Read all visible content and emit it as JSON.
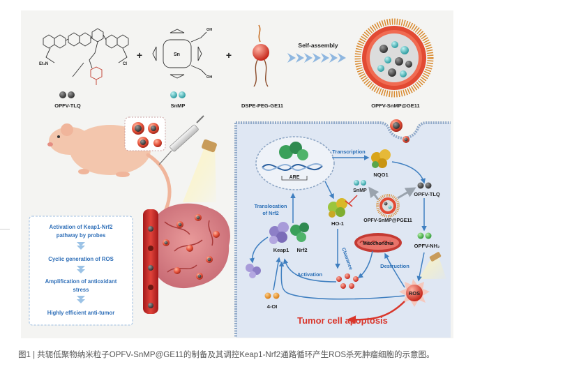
{
  "top_row": {
    "opfv_tlq": "OPFV-TLQ",
    "snmp": "SnMP",
    "dspe": "DSPE-PEG-GE11",
    "self_assembly": "Self-assembly",
    "opfv_snmp_ge11": "OPFV-SnMP@GE11",
    "plus": "+"
  },
  "pathway_box": {
    "step1_line1": "Activation of Keap1-Nrf2",
    "step1_line2": "pathway by probes",
    "step2": "Cyclic generation of ROS",
    "step3_line1": "Amplification of antioxidant",
    "step3_line2": "stress",
    "step4": "Highly efficient anti-tumor"
  },
  "cell": {
    "are": "ARE",
    "transcription": "Transcription",
    "nqo1": "NQO1",
    "snmp": "SnMP",
    "opfv_tlq": "OPFV-TLQ",
    "translocation_line1": "Translocation",
    "translocation_line2": "of Nrf2",
    "ho1": "HO-1",
    "opfv_snmp_pge11": "OPFV-SnMP@PGE11",
    "keap1": "Keap1",
    "nrf2": "Nrf2",
    "clearance": "Clearance",
    "mitochondria": "Mitochondria",
    "opfv_nh2": "OPFV-NH₂",
    "activation": "Activation",
    "destruction": "Destruction",
    "ros": "ROS",
    "four_oi": "4-OI",
    "apoptosis": "Tumor cell apoptosis"
  },
  "caption": "图1 | 共轭低聚物纳米粒子OPFV-SnMP@GE11的制备及其调控Keap1-Nrf2通路循环产生ROS杀死肿瘤细胞的示意图。",
  "colors": {
    "panel_bg": "#f4f4f2",
    "cell_bg": "#dfe7f3",
    "membrane": "#8fa8c8",
    "arrow_blue": "#3f7fc0",
    "ros_red": "#d9362b",
    "teal": "#3aa3a8",
    "green": "#46b24c"
  }
}
